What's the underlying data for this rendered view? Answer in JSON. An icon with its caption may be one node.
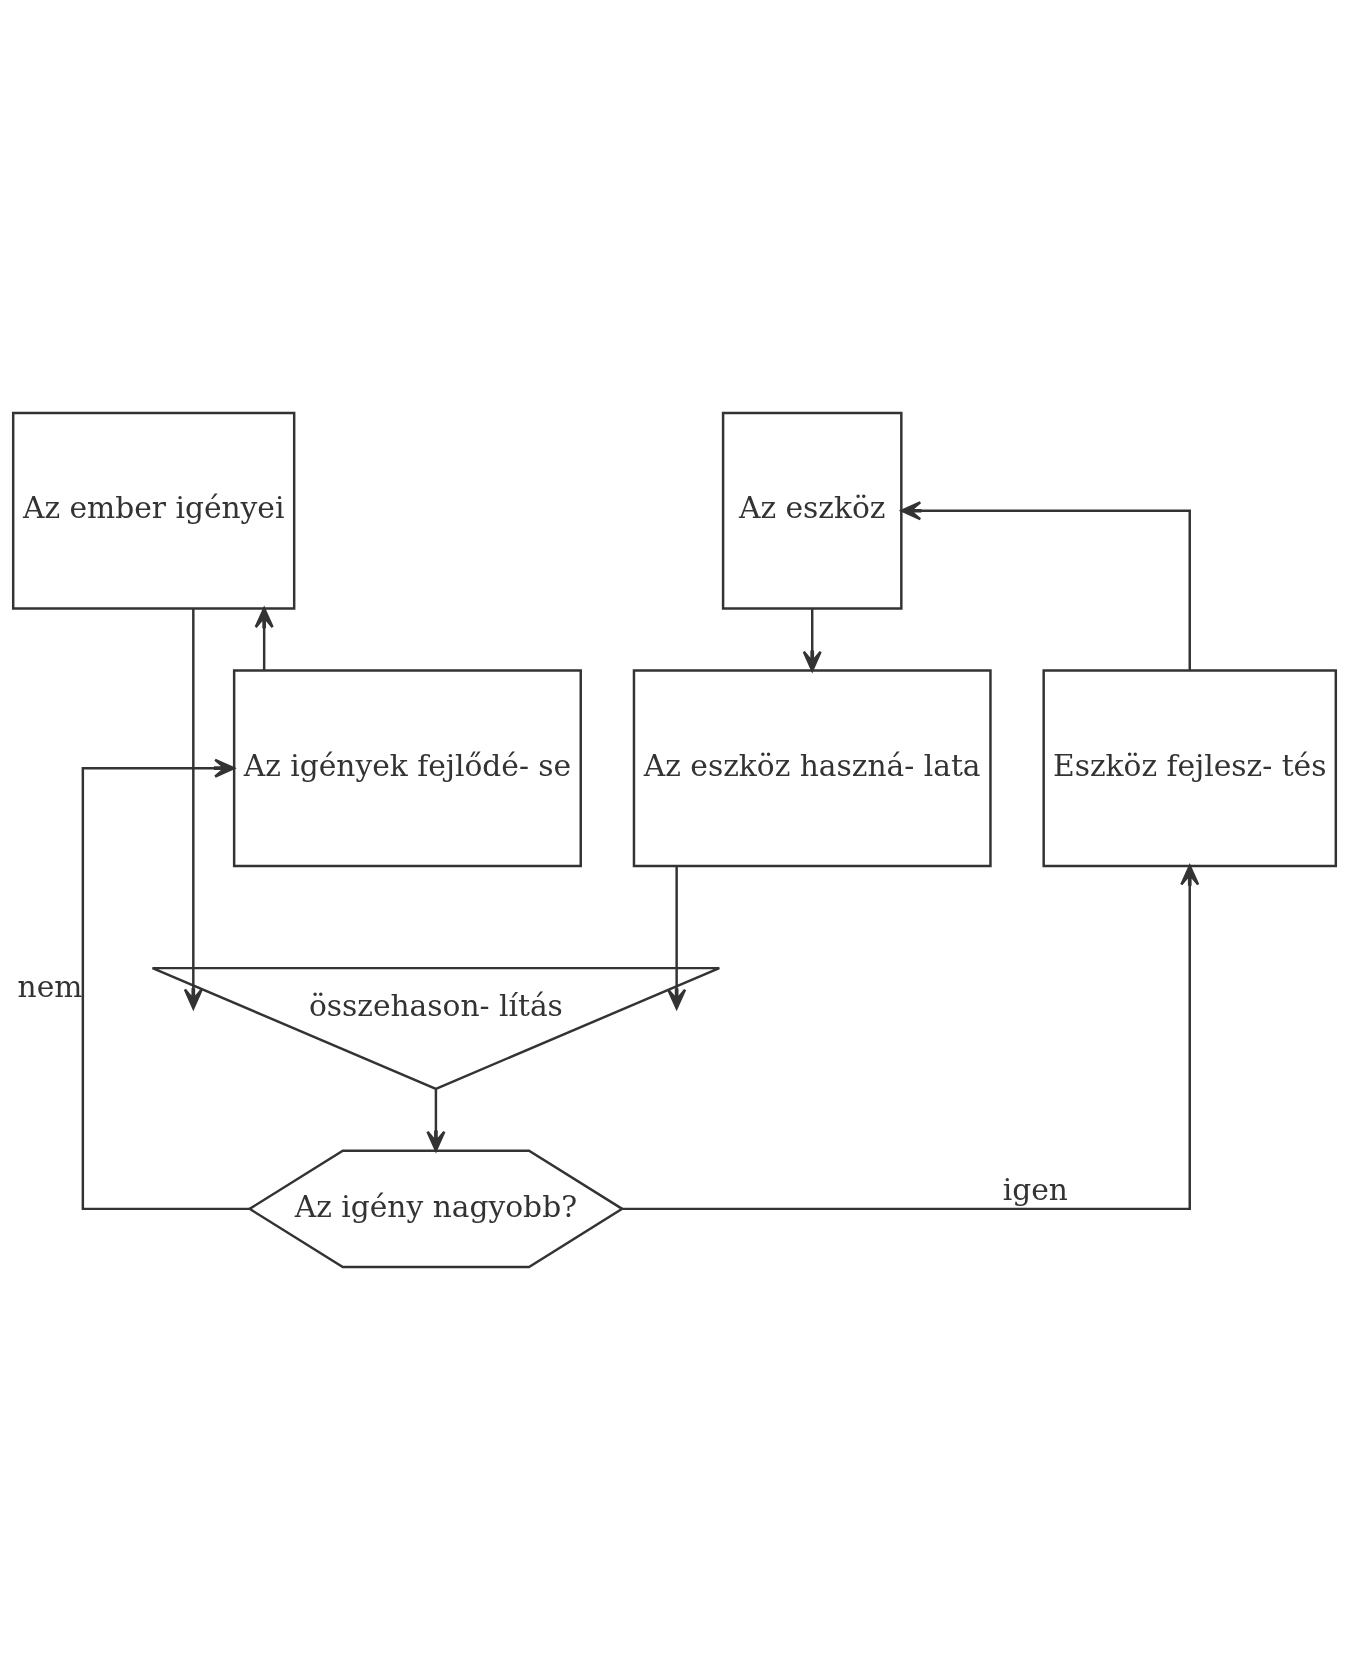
{
  "diagram": {
    "nodes": [
      {
        "text": [
          "Az ember igényei"
        ]
      },
      {
        "text": [
          "Az eszköz"
        ]
      },
      {
        "text": [
          "Az igények fejlődé- se"
        ]
      },
      {
        "text": [
          "Az eszköz haszná- lata"
        ]
      },
      {
        "text": [
          "Eszköz fejlesz- tés"
        ]
      },
      {
        "text": [
          "összehason- lítás"
        ]
      },
      {
        "text": [
          "Az igény nagyobb?"
        ]
      }
    ],
    "edges": [
      {
        "from": 2,
        "to": 0,
        "arrow": "to"
      },
      {
        "from": 4,
        "to": 1,
        "arrow": "to"
      },
      {
        "from": 0,
        "to": 5,
        "arrow": "to"
      },
      {
        "from": 1,
        "to": 3,
        "arrow": "to"
      },
      {
        "from": 3,
        "to": 5,
        "arrow": "to"
      },
      {
        "from": 5,
        "to": 6,
        "arrow": "to"
      },
      {
        "from": 6,
        "to": 2,
        "label": "nem",
        "arrow": "to"
      },
      {
        "from": 6,
        "to": 4,
        "label": "igen",
        "arrow": "to"
      }
    ]
  }
}
